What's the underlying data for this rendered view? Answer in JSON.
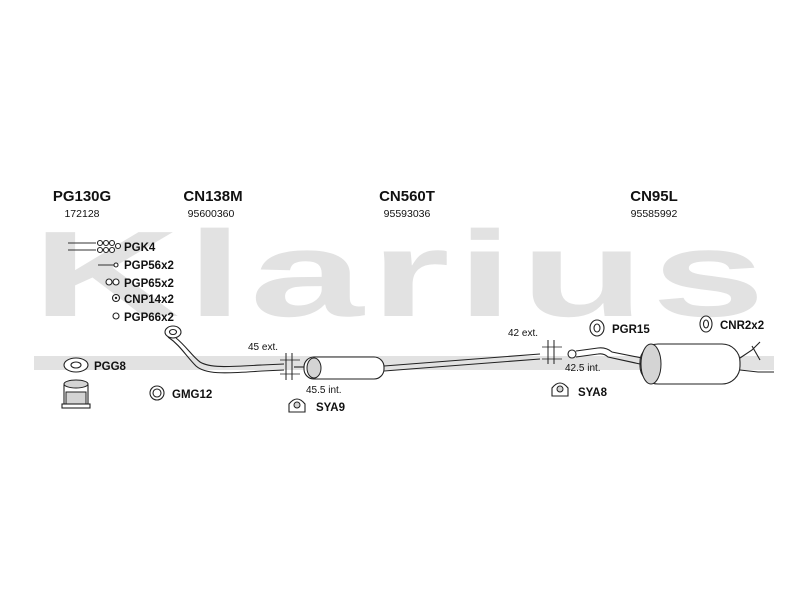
{
  "watermark": "Klarius",
  "sections": [
    {
      "code": "PG130G",
      "number": "172128"
    },
    {
      "code": "CN138M",
      "number": "95600360"
    },
    {
      "code": "CN560T",
      "number": "95593036"
    },
    {
      "code": "CN95L",
      "number": "95585992"
    }
  ],
  "fittings": [
    "PGK4",
    "PGP56x2",
    "PGP65x2",
    "CNP14x2",
    "PGP66x2",
    "PGG8",
    "GMG12",
    "SYA9",
    "SYA8",
    "PGR15",
    "CNR2x2"
  ],
  "dimensions": {
    "joint1_ext": "45 ext.",
    "joint1_int": "45.5 int.",
    "joint2_ext": "42 ext.",
    "joint2_int": "42.5 int."
  }
}
